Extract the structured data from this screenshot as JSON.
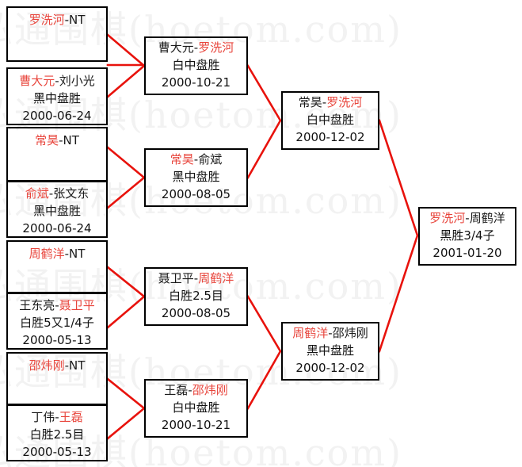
{
  "meta": {
    "diagram_type": "single-elimination-bracket",
    "accent_red": "#e8453c",
    "line_red": "#e8120c",
    "border_black": "#000000",
    "watermark_text": "弘通围棋(hoetom.com)"
  },
  "labels": {
    "bye_tag": "NT",
    "dash": "-"
  },
  "round1": [
    {
      "id": "r1-m1",
      "players_red": "罗洗河",
      "players_black": "NT",
      "separator": "-",
      "result": "",
      "date": "",
      "single_line": true,
      "winner": "罗洗河"
    },
    {
      "id": "r1-m2",
      "players_red": "曹大元",
      "players_black": "刘小光",
      "separator": "-",
      "result": "黑中盘胜",
      "date": "2000-06-24",
      "single_line": false,
      "winner": "曹大元"
    },
    {
      "id": "r1-m3",
      "players_red": "常昊",
      "players_black": "NT",
      "separator": "-",
      "result": "",
      "date": "",
      "single_line": true,
      "winner": "常昊"
    },
    {
      "id": "r1-m4",
      "players_red": "俞斌",
      "players_black": "张文东",
      "separator": "-",
      "result": "黑中盘胜",
      "date": "2000-06-24",
      "single_line": false,
      "winner": "俞斌"
    },
    {
      "id": "r1-m5",
      "players_red": "周鹤洋",
      "players_black": "NT",
      "separator": "-",
      "result": "",
      "date": "",
      "single_line": true,
      "winner": "周鹤洋"
    },
    {
      "id": "r1-m6",
      "players_black": "王东亮",
      "players_red": "聂卫平",
      "separator": "-",
      "result": "白胜5又1/4子",
      "date": "2000-05-13",
      "single_line": false,
      "red_first": false,
      "winner": "聂卫平"
    },
    {
      "id": "r1-m7",
      "players_red": "邵炜刚",
      "players_black": "NT",
      "separator": "-",
      "result": "",
      "date": "",
      "single_line": true,
      "winner": "邵炜刚"
    },
    {
      "id": "r1-m8",
      "players_black": "丁伟",
      "players_red": "王磊",
      "separator": "-",
      "result": "白胜2.5目",
      "date": "2000-05-13",
      "single_line": false,
      "red_first": false,
      "winner": "王磊"
    }
  ],
  "round2": [
    {
      "id": "r2-m1",
      "players_black": "曹大元",
      "players_red": "罗洗河",
      "separator": "-",
      "result": "白中盘胜",
      "date": "2000-10-21",
      "red_first": false,
      "winner": "罗洗河"
    },
    {
      "id": "r2-m2",
      "players_red": "常昊",
      "players_black": "俞斌",
      "separator": "-",
      "result": "黑中盘胜",
      "date": "2000-08-05",
      "red_first": true,
      "winner": "常昊"
    },
    {
      "id": "r2-m3",
      "players_black": "聂卫平",
      "players_red": "周鹤洋",
      "separator": "-",
      "result": "白胜2.5目",
      "date": "2000-08-05",
      "red_first": false,
      "winner": "周鹤洋"
    },
    {
      "id": "r2-m4",
      "players_black": "王磊",
      "players_red": "邵炜刚",
      "separator": "-",
      "result": "白中盘胜",
      "date": "2000-10-21",
      "red_first": false,
      "winner": "邵炜刚"
    }
  ],
  "semifinals": [
    {
      "id": "sf-m1",
      "players_black": "常昊",
      "players_red": "罗洗河",
      "separator": "-",
      "result": "白中盘胜",
      "date": "2000-12-02",
      "red_first": false,
      "winner": "罗洗河"
    },
    {
      "id": "sf-m2",
      "players_red": "周鹤洋",
      "players_black": "邵炜刚",
      "separator": "-",
      "result": "黑中盘胜",
      "date": "2000-12-02",
      "red_first": true,
      "winner": "周鹤洋"
    }
  ],
  "final": {
    "id": "final-m1",
    "players_red": "罗洗河",
    "players_black": "周鹤洋",
    "separator": "-",
    "result": "黑胜3/4子",
    "date": "2001-01-20",
    "red_first": true,
    "winner": "罗洗河"
  }
}
